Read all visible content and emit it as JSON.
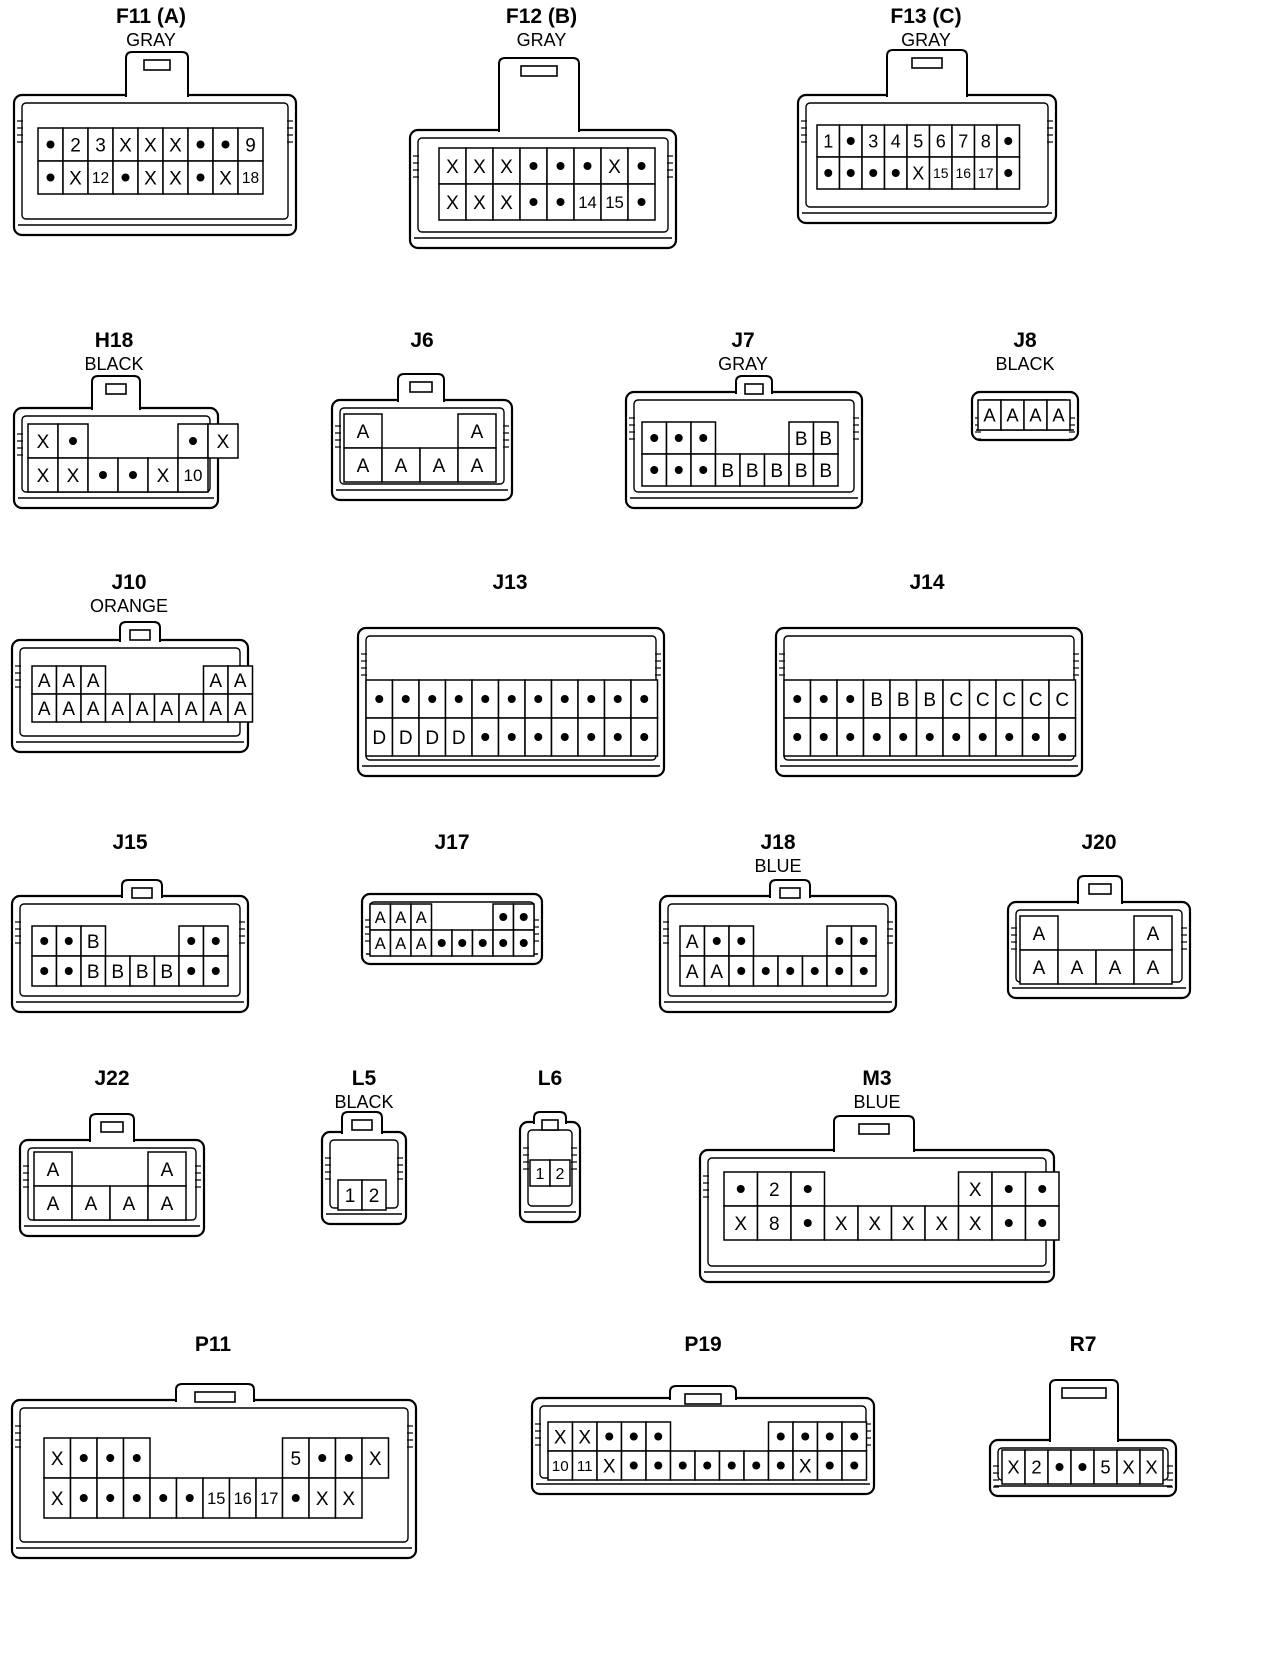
{
  "connectors": [
    {
      "id": "F11",
      "label": "F11 (A)",
      "color": "GRAY",
      "rows": [
        [
          "•",
          "2",
          "3",
          "X",
          "X",
          "X",
          "•",
          "•",
          "9"
        ],
        [
          "•",
          "X",
          "12",
          "•",
          "X",
          "X",
          "•",
          "X",
          "18"
        ]
      ]
    },
    {
      "id": "F12",
      "label": "F12 (B)",
      "color": "GRAY",
      "rows": [
        [
          "X",
          "X",
          "X",
          "•",
          "•",
          "•",
          "X",
          "•"
        ],
        [
          "X",
          "X",
          "X",
          "•",
          "•",
          "14",
          "15",
          "•"
        ]
      ]
    },
    {
      "id": "F13",
      "label": "F13 (C)",
      "color": "GRAY",
      "rows": [
        [
          "1",
          "•",
          "3",
          "4",
          "5",
          "6",
          "7",
          "8",
          "•"
        ],
        [
          "•",
          "•",
          "•",
          "•",
          "X",
          "15",
          "16",
          "17",
          "•"
        ]
      ]
    },
    {
      "id": "H18",
      "label": "H18",
      "color": "BLACK",
      "rows": [
        [
          "X",
          "•",
          "",
          "",
          "",
          "•",
          "X"
        ],
        [
          "X",
          "X",
          "•",
          "•",
          "X",
          "10"
        ]
      ]
    },
    {
      "id": "J6",
      "label": "J6",
      "color": "",
      "rows": [
        [
          "A",
          "",
          "",
          "A"
        ],
        [
          "A",
          "A",
          "A",
          "A"
        ]
      ]
    },
    {
      "id": "J7",
      "label": "J7",
      "color": "GRAY",
      "rows": [
        [
          "•",
          "•",
          "•",
          "",
          "",
          "",
          "B",
          "B"
        ],
        [
          "•",
          "•",
          "•",
          "B",
          "B",
          "B",
          "B",
          "B"
        ]
      ]
    },
    {
      "id": "J8",
      "label": "J8",
      "color": "BLACK",
      "rows": [
        [
          "A",
          "A",
          "A",
          "A"
        ]
      ]
    },
    {
      "id": "J10",
      "label": "J10",
      "color": "ORANGE",
      "rows": [
        [
          "A",
          "A",
          "A",
          "",
          "",
          "",
          "",
          "A",
          "A"
        ],
        [
          "A",
          "A",
          "A",
          "A",
          "A",
          "A",
          "A",
          "A",
          "A"
        ]
      ]
    },
    {
      "id": "J13",
      "label": "J13",
      "color": "",
      "rows": [
        [
          "•",
          "•",
          "•",
          "•",
          "•",
          "•",
          "•",
          "•",
          "•",
          "•",
          "•"
        ],
        [
          "D",
          "D",
          "D",
          "D",
          "•",
          "•",
          "•",
          "•",
          "•",
          "•",
          "•"
        ]
      ]
    },
    {
      "id": "J14",
      "label": "J14",
      "color": "",
      "rows": [
        [
          "•",
          "•",
          "•",
          "B",
          "B",
          "B",
          "C",
          "C",
          "C",
          "C",
          "C"
        ],
        [
          "•",
          "•",
          "•",
          "•",
          "•",
          "•",
          "•",
          "•",
          "•",
          "•",
          "•"
        ]
      ]
    },
    {
      "id": "J15",
      "label": "J15",
      "color": "",
      "rows": [
        [
          "•",
          "•",
          "B",
          "",
          "",
          "",
          "•",
          "•"
        ],
        [
          "•",
          "•",
          "B",
          "B",
          "B",
          "B",
          "•",
          "•"
        ]
      ]
    },
    {
      "id": "J17",
      "label": "J17",
      "color": "",
      "rows": [
        [
          "A",
          "A",
          "A",
          "",
          "",
          "",
          "•",
          "•"
        ],
        [
          "A",
          "A",
          "A",
          "•",
          "•",
          "•",
          "•",
          "•"
        ]
      ]
    },
    {
      "id": "J18",
      "label": "J18",
      "color": "BLUE",
      "rows": [
        [
          "A",
          "•",
          "•",
          "",
          "",
          "",
          "•",
          "•"
        ],
        [
          "A",
          "A",
          "•",
          "•",
          "•",
          "•",
          "•",
          "•"
        ]
      ]
    },
    {
      "id": "J20",
      "label": "J20",
      "color": "",
      "rows": [
        [
          "A",
          "",
          "",
          "A"
        ],
        [
          "A",
          "A",
          "A",
          "A"
        ]
      ]
    },
    {
      "id": "J22",
      "label": "J22",
      "color": "",
      "rows": [
        [
          "A",
          "",
          "",
          "A"
        ],
        [
          "A",
          "A",
          "A",
          "A"
        ]
      ]
    },
    {
      "id": "L5",
      "label": "L5",
      "color": "BLACK",
      "rows": [
        [
          "1",
          "2"
        ]
      ]
    },
    {
      "id": "L6",
      "label": "L6",
      "color": "",
      "rows": [
        [
          "1",
          "2"
        ]
      ]
    },
    {
      "id": "M3",
      "label": "M3",
      "color": "BLUE",
      "rows": [
        [
          "•",
          "2",
          "•",
          "",
          "",
          "",
          "",
          "X",
          "•",
          "•"
        ],
        [
          "X",
          "8",
          "•",
          "X",
          "X",
          "X",
          "X",
          "X",
          "•",
          "•"
        ]
      ]
    },
    {
      "id": "P11",
      "label": "P11",
      "color": "",
      "rows": [
        [
          "X",
          "•",
          "•",
          "•",
          "",
          "",
          "",
          "",
          "",
          "5",
          "•",
          "•",
          "X"
        ],
        [
          "X",
          "•",
          "•",
          "•",
          "•",
          "•",
          "15",
          "16",
          "17",
          "•",
          "X",
          "X"
        ]
      ]
    },
    {
      "id": "P19",
      "label": "P19",
      "color": "",
      "rows": [
        [
          "X",
          "X",
          "•",
          "•",
          "•",
          "",
          "",
          "",
          "",
          "•",
          "•",
          "•",
          "•"
        ],
        [
          "10",
          "11",
          "X",
          "•",
          "•",
          "•",
          "•",
          "•",
          "•",
          "•",
          "X",
          "•",
          "•"
        ]
      ]
    },
    {
      "id": "R7",
      "label": "R7",
      "color": "",
      "rows": [
        [
          "X",
          "2",
          "•",
          "•",
          "5",
          "X",
          "X"
        ]
      ]
    }
  ]
}
